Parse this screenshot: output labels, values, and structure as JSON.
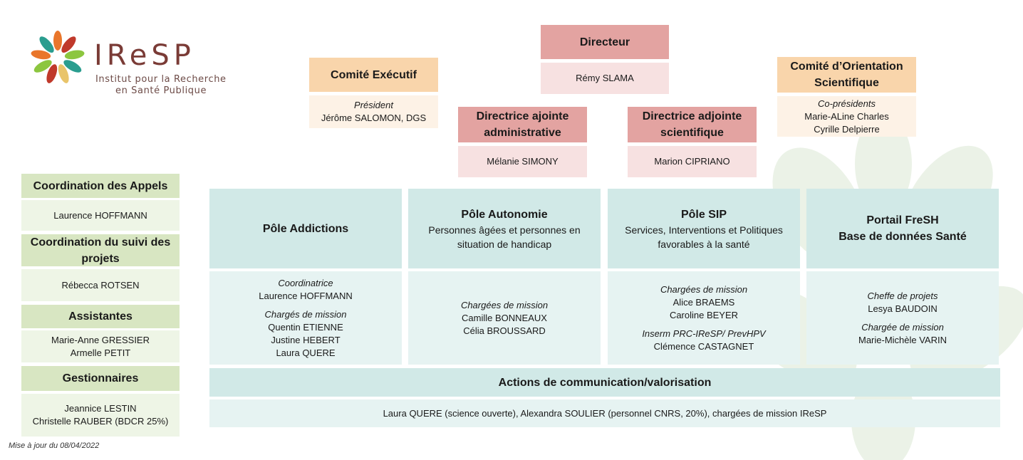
{
  "logo": {
    "name": "IReSP",
    "tagline_line1": "Institut pour la Recherche",
    "tagline_line2": "en Santé Publique"
  },
  "directeur": {
    "title": "Directeur",
    "name": "Rémy SLAMA"
  },
  "comite_executif": {
    "title": "Comité Exécutif",
    "role": "Président",
    "name": "Jérôme SALOMON, DGS"
  },
  "comite_orientation": {
    "title_line1": "Comité d’Orientation",
    "title_line2": "Scientifique",
    "role": "Co-présidents",
    "name1": "Marie-ALine Charles",
    "name2": "Cyrille Delpierre"
  },
  "dir_admin": {
    "title_line1": "Directrice ajointe",
    "title_line2": "administrative",
    "name": "Mélanie SIMONY"
  },
  "dir_sci": {
    "title_line1": "Directrice adjointe",
    "title_line2": "scientifique",
    "name": "Marion CIPRIANO"
  },
  "left": {
    "coord_appels": {
      "title": "Coordination des Appels",
      "name": "Laurence HOFFMANN"
    },
    "coord_suivi": {
      "title_line1": "Coordination du suivi des",
      "title_line2": "projets",
      "name": "Rébecca ROTSEN"
    },
    "assistantes": {
      "title": "Assistantes",
      "name1": "Marie-Anne GRESSIER",
      "name2": "Armelle PETIT"
    },
    "gestionnaires": {
      "title": "Gestionnaires",
      "name1": "Jeannice LESTIN",
      "name2": "Christelle RAUBER  (BDCR  25%)"
    }
  },
  "poles": {
    "addictions": {
      "title": "Pôle Addictions",
      "role1": "Coordinatrice",
      "r1_name1": "Laurence HOFFMANN",
      "role2": "Chargés de mission",
      "r2_name1": "Quentin ETIENNE",
      "r2_name2": "Justine HEBERT",
      "r2_name3": "Laura  QUERE"
    },
    "autonomie": {
      "title": "Pôle Autonomie",
      "sub_line1": "Personnes âgées et personnes en",
      "sub_line2": "situation de handicap",
      "role1": "Chargées de mission",
      "r1_name1": "Camille BONNEAUX",
      "r1_name2": "Célia BROUSSARD"
    },
    "sip": {
      "title": "Pôle SIP",
      "sub_line1": "Services, Interventions et Politiques",
      "sub_line2": "favorables à la santé",
      "role1": "Chargées de mission",
      "r1_name1": "Alice BRAEMS",
      "r1_name2": "Caroline BEYER",
      "role2": "Inserm PRC-IReSP/ PrevHPV",
      "r2_name1": "Clémence CASTAGNET"
    },
    "fresh": {
      "title_line1": "Portail FreSH",
      "title_line2": "Base de données Santé",
      "role1": "Cheffe de projets",
      "r1_name1": "Lesya BAUDOIN",
      "role2": "Chargée de mission",
      "r2_name1": "Marie-Michèle VARIN"
    }
  },
  "communication": {
    "title": "Actions de communication/valorisation",
    "text": "Laura QUERE (science ouverte),  Alexandra SOULIER (personnel  CNRS, 20%), chargées de mission IReSP"
  },
  "footer": {
    "updated": "Mise à jour du 08/04/2022"
  },
  "colors": {
    "peach": "#f9d5ab",
    "rose": "#e3a3a1",
    "green": "#d8e6c2",
    "teal": "#d1e9e7",
    "logo": "#7a3b36"
  }
}
